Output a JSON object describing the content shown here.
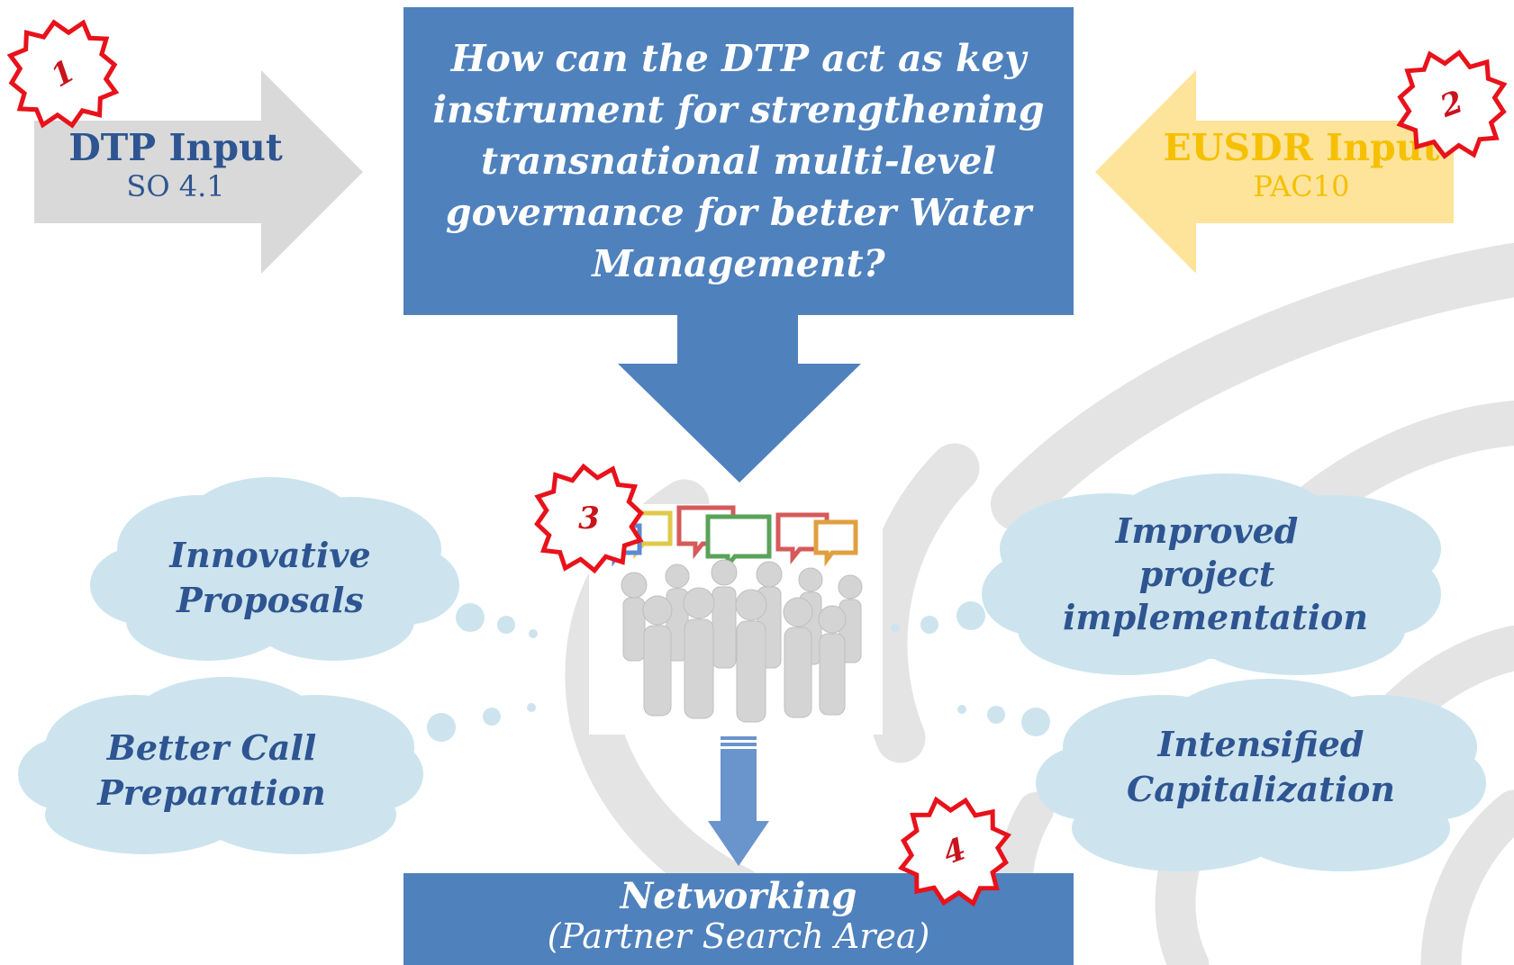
{
  "main_question": "How can the DTP act as key instrument for strengthening transnational multi-level governance for better Water Management?",
  "dtp_input": {
    "title": "DTP Input",
    "subtitle": "SO 4.1"
  },
  "eusdr_input": {
    "title": "EUSDR Input",
    "subtitle": "PAC10"
  },
  "badges": [
    "1",
    "2",
    "3",
    "4"
  ],
  "clouds": {
    "innovative": [
      "Innovative",
      "Proposals"
    ],
    "better_call": [
      "Better Call",
      "Preparation"
    ],
    "improved": [
      "Improved",
      "project",
      "implementation"
    ],
    "intensified": [
      "Intensified",
      "Capitalization"
    ]
  },
  "networking": {
    "title": "Networking",
    "subtitle": "(Partner Search Area)"
  },
  "colors": {
    "blue": "#4f81bd",
    "grey_arrow": "#d9d9d9",
    "yellow_arrow": "#fde49a",
    "yellow_text": "#f6c000",
    "dark_blue_text": "#2e5591",
    "cloud": "#cde4ee",
    "badge_red": "#e8121b"
  }
}
